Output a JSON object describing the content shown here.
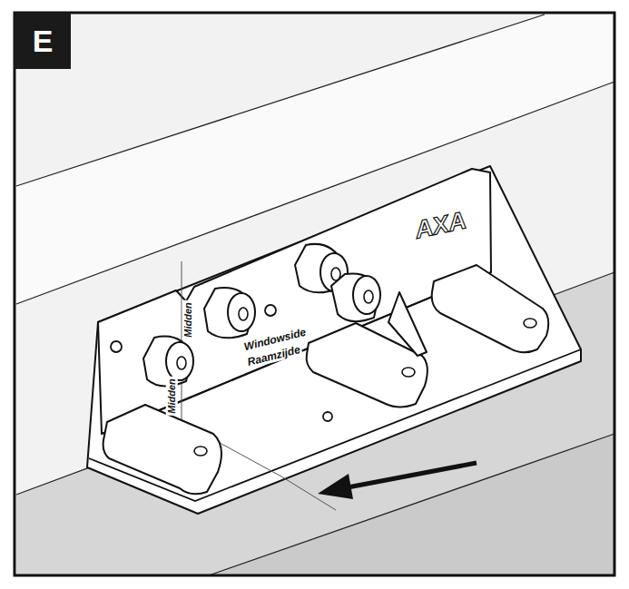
{
  "diagram": {
    "nodes": [
      {
        "text": [
          "E"
        ]
      }
    ],
    "labels": [
      "AXA",
      "Midden",
      "Windowside",
      "Raamzijde",
      "Midden"
    ]
  }
}
